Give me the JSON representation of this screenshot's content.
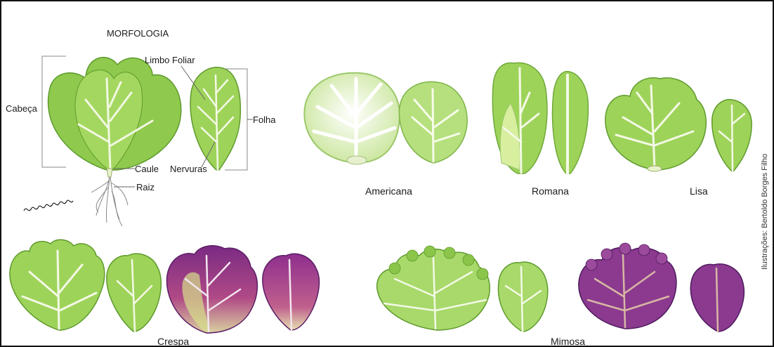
{
  "morphology": {
    "title": "MORFOLOGIA",
    "labels": {
      "head": "Cabeça",
      "leaf_blade": "Limbo Foliar",
      "leaf": "Folha",
      "stem": "Caule",
      "veins": "Nervuras",
      "root": "Raiz"
    }
  },
  "varieties": [
    {
      "name": "Americana"
    },
    {
      "name": "Romana"
    },
    {
      "name": "Lisa"
    },
    {
      "name": "Crespa"
    },
    {
      "name": "Mimosa"
    }
  ],
  "credit": "Ilustrações: Bertoldo Borges Filho",
  "colors": {
    "leaf_green": "#9ed35a",
    "leaf_dark": "#6fa83a",
    "pale_green": "#d9efb3",
    "purple": "#8b3a8f",
    "purple_light": "#b6508e",
    "vein": "#f4f9e6"
  }
}
